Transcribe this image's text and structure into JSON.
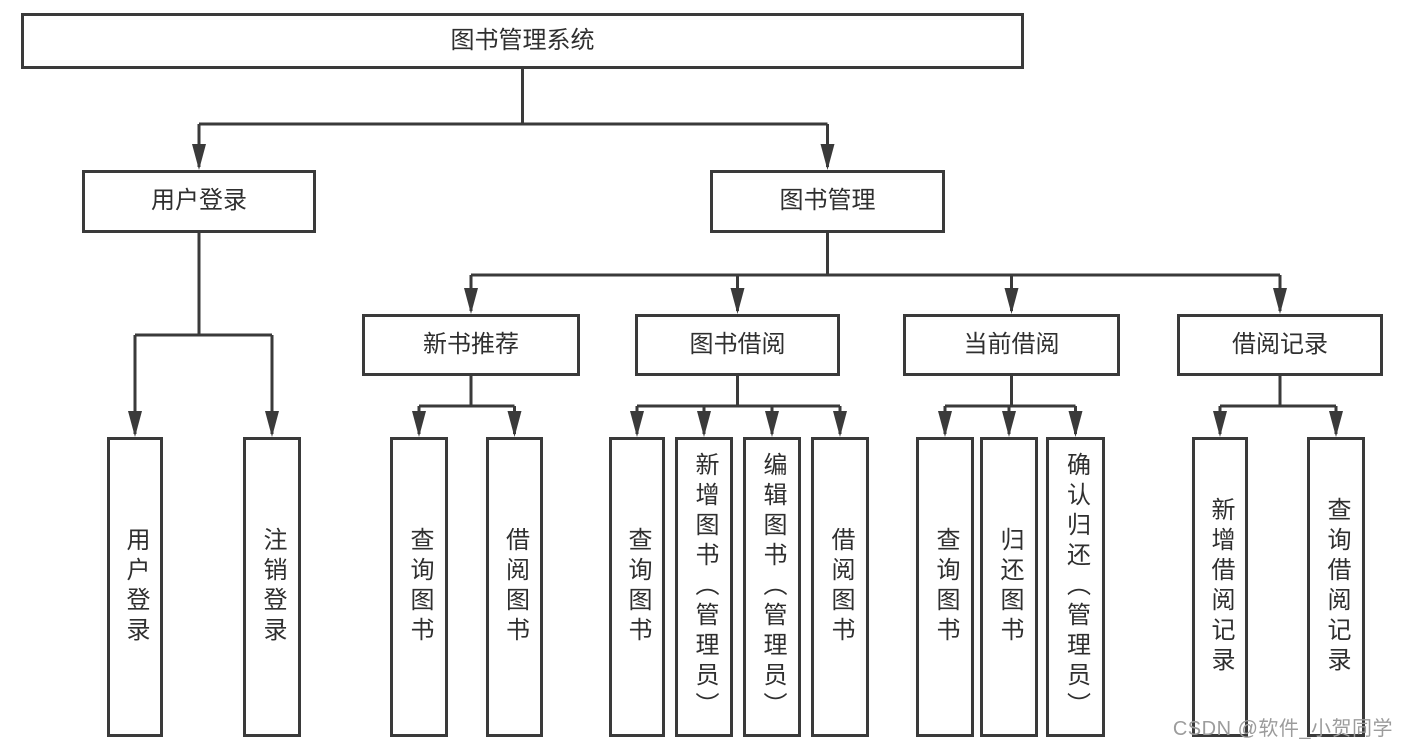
{
  "colors": {
    "line": "#3a3a3a",
    "node_border": "#3a3a3a",
    "node_fill": "#ffffff",
    "text": "#2f2f2f",
    "watermark": "#9c9c9c",
    "background": "#ffffff"
  },
  "watermark": {
    "text": "CSDN @软件_小贺同学"
  },
  "tree": {
    "root": {
      "label": "图书管理系统"
    },
    "branches": [
      {
        "label": "用户登录",
        "children": [
          {
            "label": "用户登录"
          },
          {
            "label": "注销登录"
          }
        ]
      },
      {
        "label": "图书管理",
        "sections": [
          {
            "label": "新书推荐",
            "children": [
              {
                "label": "查询图书"
              },
              {
                "label": "借阅图书"
              }
            ]
          },
          {
            "label": "图书借阅",
            "children": [
              {
                "label": "查询图书"
              },
              {
                "label": "新增图书（管理员）"
              },
              {
                "label": "编辑图书（管理员）"
              },
              {
                "label": "借阅图书"
              }
            ]
          },
          {
            "label": "当前借阅",
            "children": [
              {
                "label": "查询图书"
              },
              {
                "label": "归还图书"
              },
              {
                "label": "确认归还（管理员）"
              }
            ]
          },
          {
            "label": "借阅记录",
            "children": [
              {
                "label": "新增借阅记录"
              },
              {
                "label": "查询借阅记录"
              }
            ]
          }
        ]
      }
    ]
  }
}
